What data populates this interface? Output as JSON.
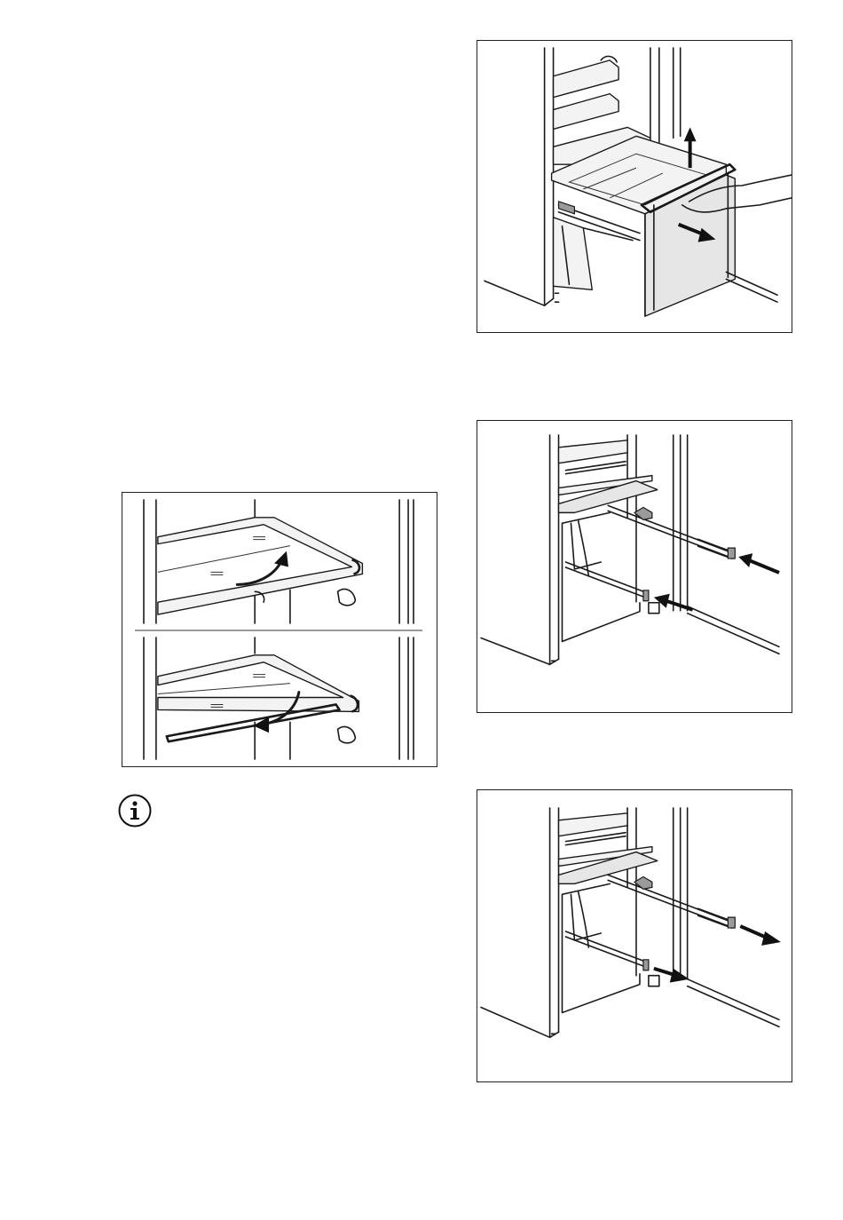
{
  "figures": [
    {
      "id": "drawer-removal",
      "description_icon": "drawer-lift-out-illustration"
    },
    {
      "id": "shelf-tilt",
      "description_icon": "shelf-tilt-illustration"
    },
    {
      "id": "rails-insert",
      "description_icon": "rails-push-in-illustration"
    },
    {
      "id": "rails-extend",
      "description_icon": "rails-pull-out-illustration"
    }
  ],
  "info": {
    "icon": "info-icon",
    "glyph": "i"
  }
}
